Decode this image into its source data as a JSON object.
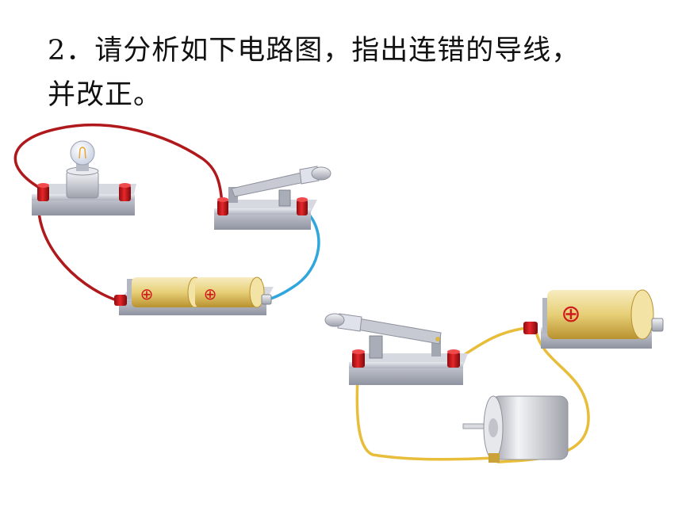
{
  "question": {
    "line1": "2．请分析如下电路图，指出连错的导线，",
    "line2": "并改正。"
  },
  "battery_symbol": "⊕",
  "colors": {
    "wire_red": "#b0191c",
    "wire_blue": "#2fa6dc",
    "wire_yellow": "#e8bd3a",
    "terminal_red": "#d0191c",
    "base_gray": "#b9bcc7",
    "battery_gold": "#e7cf77"
  },
  "components": [
    {
      "name": "bulb",
      "icon": "light-bulb-icon"
    },
    {
      "name": "switch-1",
      "icon": "knife-switch-icon"
    },
    {
      "name": "battery-pack",
      "icon": "battery-icon"
    },
    {
      "name": "switch-2",
      "icon": "knife-switch-icon"
    },
    {
      "name": "battery-single",
      "icon": "battery-icon"
    },
    {
      "name": "motor",
      "icon": "motor-icon"
    }
  ]
}
